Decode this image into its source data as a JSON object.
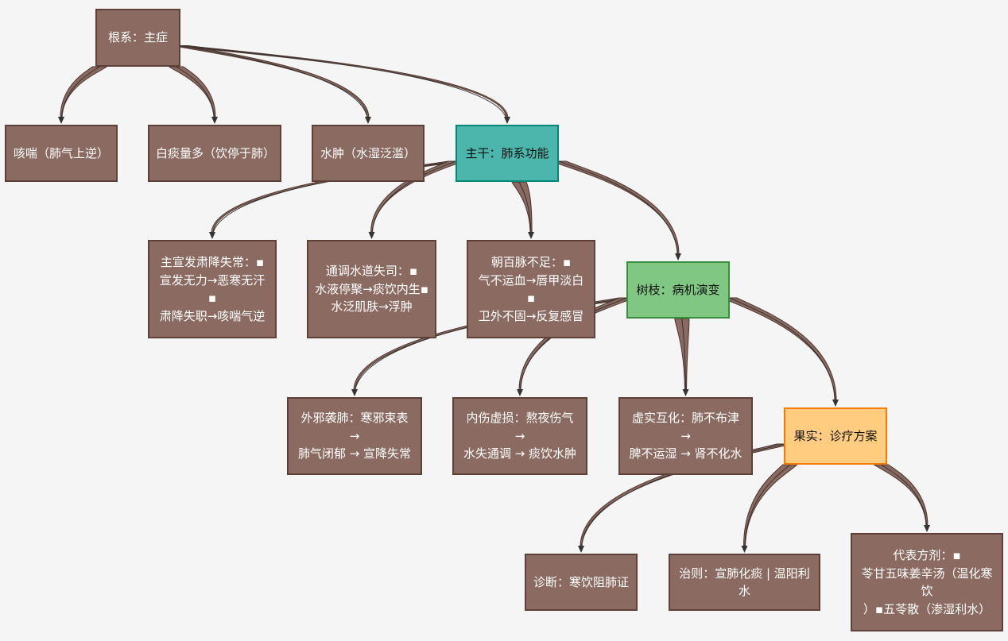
{
  "colors": {
    "background": "#f5f5f5",
    "node_default": "#8b6b61",
    "node_default_border": "#5d4037",
    "trunk": "#4db6ac",
    "branch": "#81c784",
    "fruit": "#ffcc80",
    "edge": "#8b6b61",
    "edge_stroke": "#4e342e"
  },
  "nodes": {
    "root": "根系：主症",
    "s1": "咳喘（肺气上逆）",
    "s2": "白痰量多（饮停于肺）",
    "s3": "水肿（水湿泛滥）",
    "trunk": "主干：肺系功能",
    "f1": "主宣发肃降失常：▪\n宣发无力→恶寒无汗▪\n肃降失职→咳喘气逆",
    "f2": "通调水道失司：▪\n水液停聚→痰饮内生▪\n水泛肌肤→浮肿",
    "f3": "朝百脉不足：▪\n气不运血→唇甲淡白▪\n卫外不固→反复感冒",
    "branch": "树枝：病机演变",
    "b1": "外邪袭肺：寒邪束表 →\n肺气闭郁 → 宣降失常",
    "b2": "内伤虚损：熬夜伤气 →\n水失通调 → 痰饮水肿",
    "b3": "虚实互化：肺不布津 →\n脾不运湿 → 肾不化水",
    "fruit": "果实：诊疗方案",
    "d1": "诊断：寒饮阻肺证",
    "d2": "治则：宣肺化痰 | 温阳利水",
    "d3": "代表方剂：▪\n苓甘五味姜辛汤（温化寒饮\n）▪五苓散（渗湿利水）"
  },
  "edges": [
    [
      "root",
      "s1"
    ],
    [
      "root",
      "s2"
    ],
    [
      "root",
      "s3"
    ],
    [
      "root",
      "trunk"
    ],
    [
      "trunk",
      "f1"
    ],
    [
      "trunk",
      "f2"
    ],
    [
      "trunk",
      "f3"
    ],
    [
      "trunk",
      "branch"
    ],
    [
      "branch",
      "b1"
    ],
    [
      "branch",
      "b2"
    ],
    [
      "branch",
      "b3"
    ],
    [
      "branch",
      "fruit"
    ],
    [
      "fruit",
      "d1"
    ],
    [
      "fruit",
      "d2"
    ],
    [
      "fruit",
      "d3"
    ]
  ]
}
